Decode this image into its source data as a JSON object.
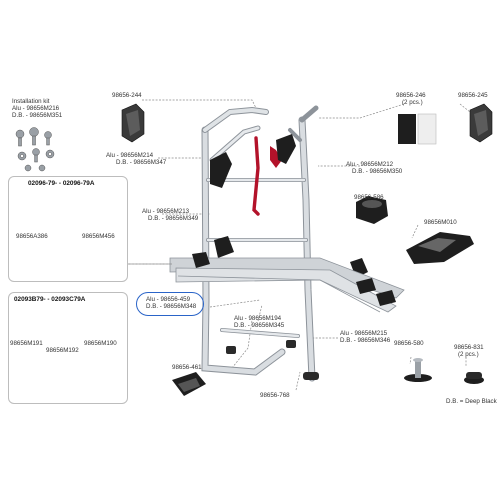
{
  "colors": {
    "frame": "#c8ccd1",
    "frame_dark": "#8d939a",
    "black": "#1e1e1e",
    "red": "#b3122a",
    "leader": "#8a8a8a",
    "highlight": "#2a64c8",
    "box_border": "#bdbdbd"
  },
  "installation_kit": {
    "title": "Installation kit",
    "alu": "Alu - 98656M216",
    "db": "D.B. - 98656M351"
  },
  "kit_a": {
    "title": "02096-79- - 02096-79A",
    "left_part": "98656A386",
    "right_part": "98656M456"
  },
  "kit_b": {
    "title": "02093B79- - 02093C79A",
    "part1": "98656M191",
    "part2": "98656M192",
    "part3": "98656M190"
  },
  "labels": {
    "p244": "98656-244",
    "p246": "98656-246",
    "p246_qty": "(2 pcs.)",
    "p245": "98656-245",
    "m214_alu": "Alu - 98656M214",
    "m214_db": "D.B. - 98656M347",
    "m212_alu": "Alu - 98656M212",
    "m212_db": "D.B. - 98656M350",
    "p586": "98656-586",
    "m213_alu": "Alu - 98656M213",
    "m213_db": "D.B. - 98656M349",
    "m010": "98656M010",
    "p459_alu": "Alu - 98656-459",
    "p459_db": "D.B. - 98656M348",
    "m194_alu": "Alu - 98656M194",
    "m194_db": "D.B. - 98656M345",
    "m215_alu": "Alu - 98656M215",
    "m215_db": "D.B. - 98656M346",
    "p580": "98656-580",
    "p831": "98656-831",
    "p831_qty": "(2 pcs.)",
    "p461": "98656-461",
    "p768": "98656-768",
    "legend": "D.B. = Deep Black"
  },
  "icons": [
    "screw-kit-icon",
    "bracket-icon",
    "pad-icon",
    "foot-icon",
    "lock-icon",
    "strap-icon",
    "wheel-holder-icon",
    "clamp-icon"
  ]
}
